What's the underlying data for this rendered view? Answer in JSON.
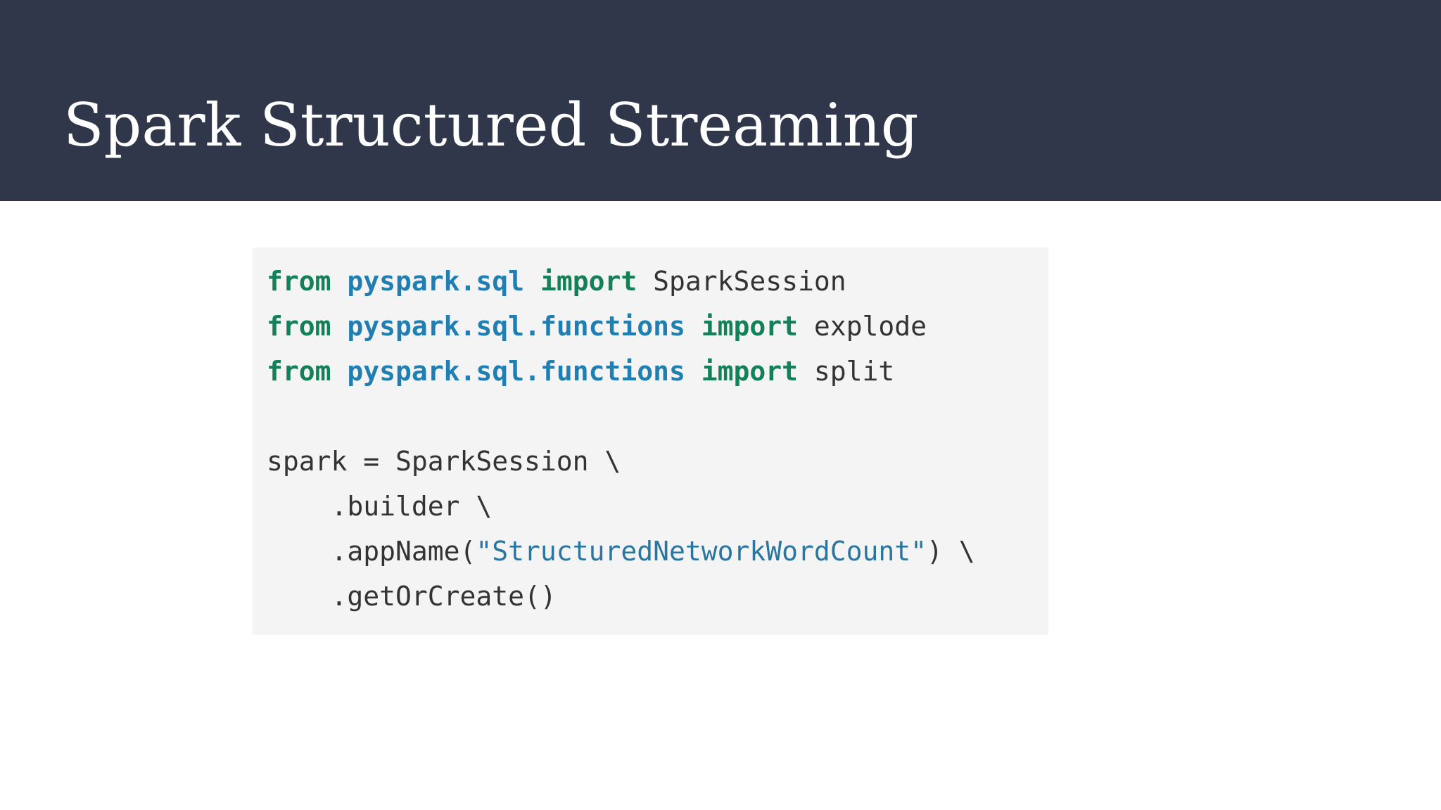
{
  "slide": {
    "title": "Spark Structured Streaming",
    "colors": {
      "header_background": "#30374a",
      "title_text": "#ffffff",
      "code_background": "#f4f4f5",
      "code_keyword": "#138058",
      "code_module": "#1f7fb2",
      "code_string": "#2a76a0",
      "code_plain": "#333333"
    }
  },
  "code": {
    "lines": [
      [
        {
          "type": "kw",
          "text": "from"
        },
        {
          "type": "plain",
          "text": " "
        },
        {
          "type": "mod",
          "text": "pyspark.sql"
        },
        {
          "type": "plain",
          "text": " "
        },
        {
          "type": "kw",
          "text": "import"
        },
        {
          "type": "plain",
          "text": " SparkSession"
        }
      ],
      [
        {
          "type": "kw",
          "text": "from"
        },
        {
          "type": "plain",
          "text": " "
        },
        {
          "type": "mod",
          "text": "pyspark.sql.functions"
        },
        {
          "type": "plain",
          "text": " "
        },
        {
          "type": "kw",
          "text": "import"
        },
        {
          "type": "plain",
          "text": " explode"
        }
      ],
      [
        {
          "type": "kw",
          "text": "from"
        },
        {
          "type": "plain",
          "text": " "
        },
        {
          "type": "mod",
          "text": "pyspark.sql.functions"
        },
        {
          "type": "plain",
          "text": " "
        },
        {
          "type": "kw",
          "text": "import"
        },
        {
          "type": "plain",
          "text": " split"
        }
      ],
      [],
      [
        {
          "type": "plain",
          "text": "spark = SparkSession \\"
        }
      ],
      [
        {
          "type": "plain",
          "text": "    .builder \\"
        }
      ],
      [
        {
          "type": "plain",
          "text": "    .appName("
        },
        {
          "type": "str",
          "text": "\"StructuredNetworkWordCount\""
        },
        {
          "type": "plain",
          "text": ") \\"
        }
      ],
      [
        {
          "type": "plain",
          "text": "    .getOrCreate()"
        }
      ]
    ]
  }
}
